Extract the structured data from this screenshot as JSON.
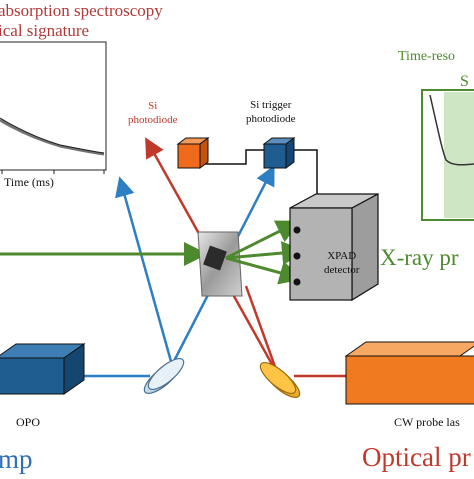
{
  "labels": {
    "title_line1": "absorption spectroscopy",
    "title_line2": "ical signature",
    "time_axis": "Time (ms)",
    "si_photodiode_1": "Si",
    "si_photodiode_2": "photodiode",
    "si_trigger_1": "Si trigger",
    "si_trigger_2": "photodiode",
    "time_resolved_1": "Time-reso",
    "time_resolved_2": "S",
    "xpad_1": "XPAD",
    "xpad_2": "detector",
    "xray": "X-ray pr",
    "opo": "OPO",
    "cw_probe": "CW probe las",
    "pump": "mp",
    "optical_probe": "Optical pr"
  },
  "colors": {
    "pump_blue": "#2e7fc2",
    "probe_red": "#c0392b",
    "xray_green": "#4d8a2e",
    "opo_box": "#1f5c8f",
    "laser_box": "#ef7a1f",
    "photodiode_orange": "#ef6a1a",
    "trigger_blue": "#1f5c8f"
  }
}
